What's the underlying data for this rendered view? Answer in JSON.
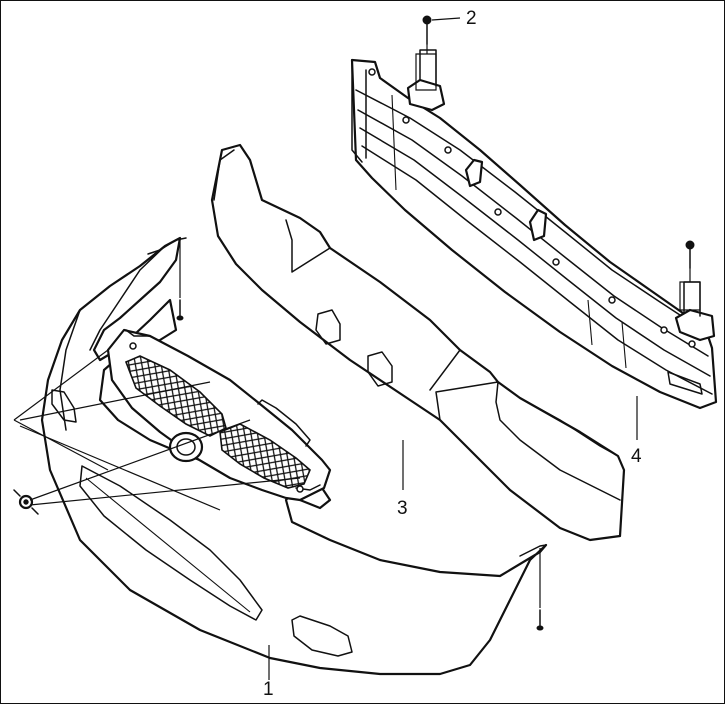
{
  "callouts": {
    "c1": "1",
    "c2": "2",
    "c3": "3",
    "c4": "4"
  },
  "colors": {
    "background": "#ffffff",
    "line": "#111111"
  },
  "icons": [
    "bolt-icon",
    "clip-icon",
    "screw-icon"
  ]
}
